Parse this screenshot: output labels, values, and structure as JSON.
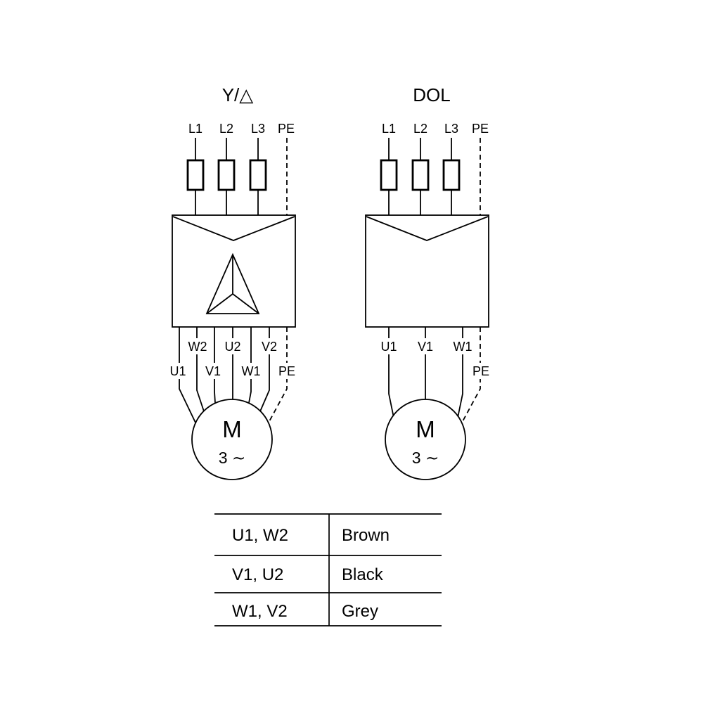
{
  "page": {
    "background": "#ffffff",
    "line_color": "#000000"
  },
  "star_delta": {
    "title": "Y/△",
    "supply": {
      "l1": "L1",
      "l2": "L2",
      "l3": "L3",
      "pe": "PE"
    },
    "outputs_top": {
      "w2": "W2",
      "u2": "U2",
      "v2": "V2"
    },
    "outputs_bottom": {
      "u1": "U1",
      "v1": "V1",
      "w1": "W1",
      "pe": "PE"
    },
    "motor": {
      "label": "M",
      "phase": "3 ∼"
    }
  },
  "dol": {
    "title": "DOL",
    "supply": {
      "l1": "L1",
      "l2": "L2",
      "l3": "L3",
      "pe": "PE"
    },
    "outputs": {
      "u1": "U1",
      "v1": "V1",
      "w1": "W1",
      "pe": "PE"
    },
    "motor": {
      "label": "M",
      "phase": "3 ∼"
    }
  },
  "wire_color_table": {
    "rows": [
      {
        "terminals": "U1, W2",
        "color": "Brown"
      },
      {
        "terminals": "V1, U2",
        "color": "Black"
      },
      {
        "terminals": "W1, V2",
        "color": "Grey"
      }
    ]
  }
}
